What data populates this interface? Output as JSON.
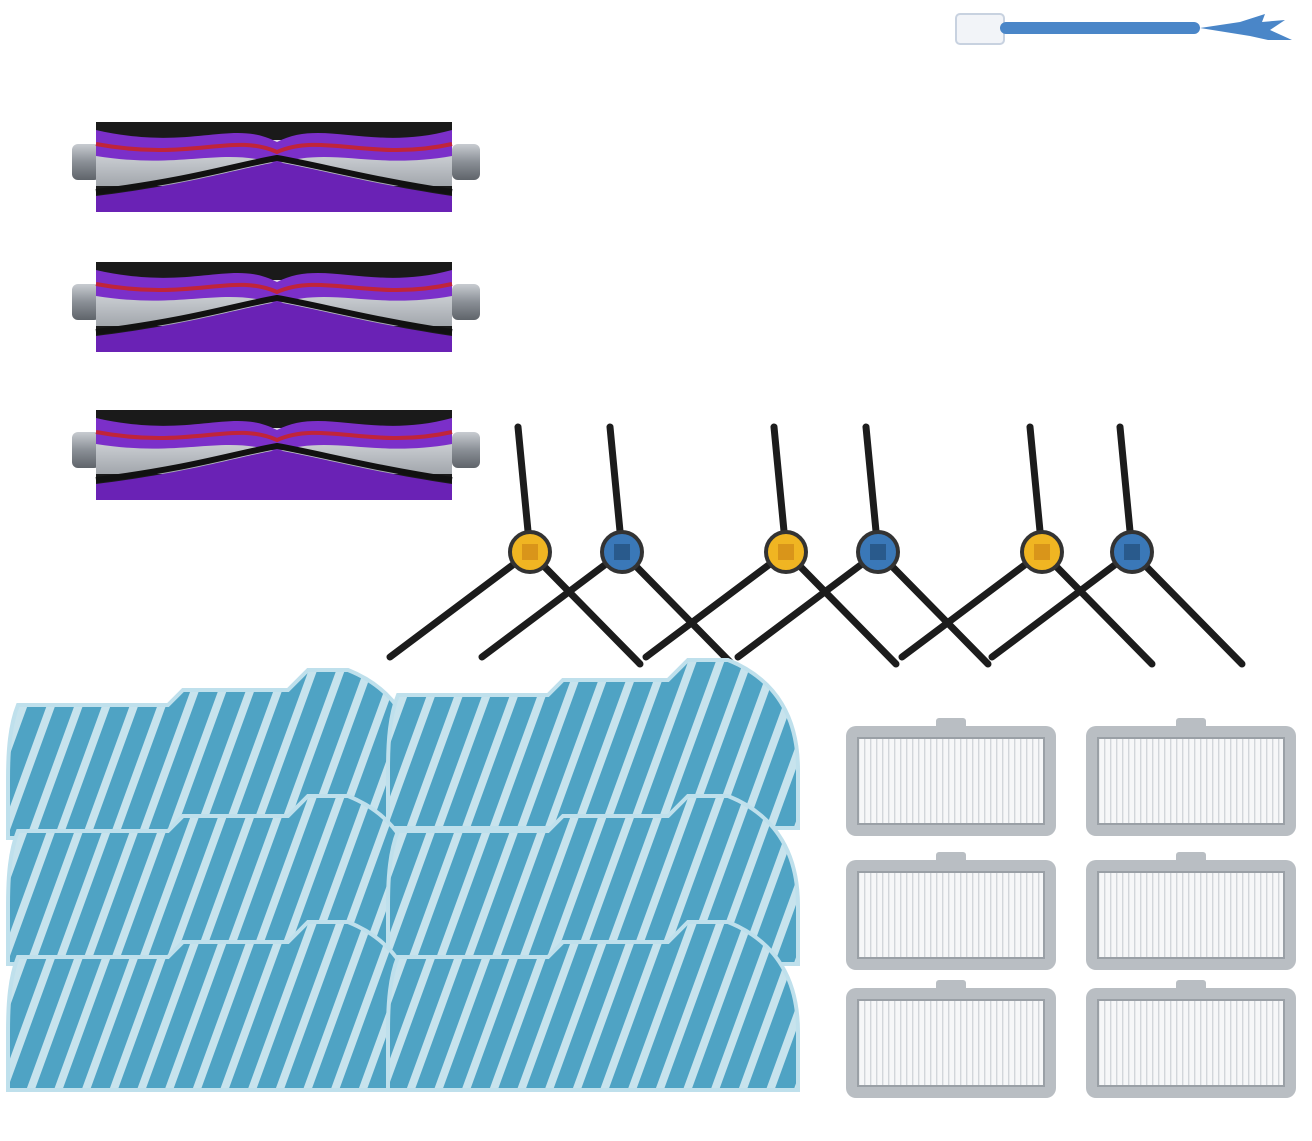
{
  "scene": {
    "background": "#ffffff",
    "items": {
      "cleaning_tool": {
        "count": 1,
        "colors": {
          "handle": "#4a86c8",
          "bristles": "#f2f4f8"
        }
      },
      "main_roller_brushes": {
        "count": 3,
        "colors": {
          "purple": "#7b2fc9",
          "red": "#c0243a",
          "black": "#1a1a1a",
          "core": "#c9ccd0",
          "cap": "#8a8f96"
        }
      },
      "side_brushes": {
        "count": 6,
        "hub_colors": [
          "#f0b522",
          "#3a78b8"
        ],
        "arm_color": "#1c1c1c"
      },
      "mop_pads": {
        "count": 6,
        "colors": {
          "fabric": "#4fa3c4",
          "stripe": "#d7ecf3",
          "edge": "#bfe0ec"
        }
      },
      "hepa_filters": {
        "count": 6,
        "colors": {
          "frame": "#b9bec3",
          "media": "#f4f5f6",
          "pleat": "#dcdfe2"
        }
      }
    }
  }
}
